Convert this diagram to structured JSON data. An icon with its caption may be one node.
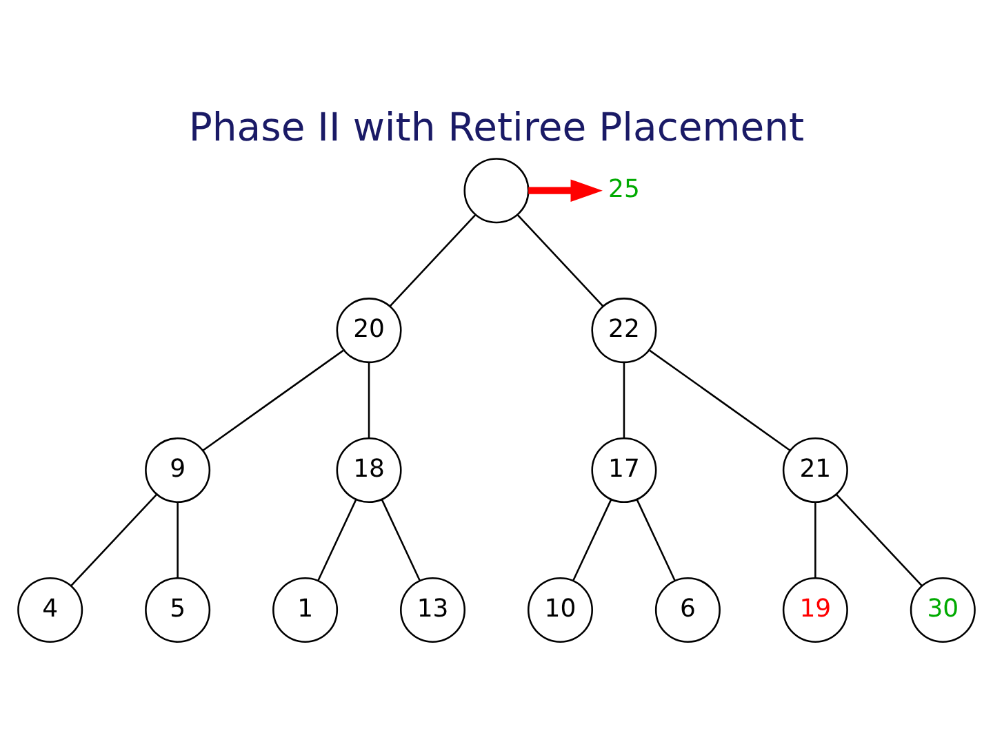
{
  "diagram": {
    "title": "Phase II with Retiree Placement",
    "nodes": [
      {
        "text": [],
        "shape": "circle"
      },
      {
        "text": [
          "25"
        ]
      },
      {
        "text": [
          "20"
        ]
      },
      {
        "text": [
          "22"
        ]
      },
      {
        "text": [
          "9"
        ]
      },
      {
        "text": [
          "18"
        ]
      },
      {
        "text": [
          "17"
        ]
      },
      {
        "text": [
          "21"
        ]
      },
      {
        "text": [
          "4"
        ]
      },
      {
        "text": [
          "5"
        ]
      },
      {
        "text": [
          "1"
        ]
      },
      {
        "text": [
          "13"
        ]
      },
      {
        "text": [
          "10"
        ]
      },
      {
        "text": [
          "6"
        ]
      },
      {
        "text": [
          "19"
        ]
      },
      {
        "text": [
          "30"
        ]
      }
    ],
    "edges": [
      {
        "from": 0,
        "to": 1,
        "arrow": "to",
        "style": "thick",
        "color": "#ff0000"
      },
      {
        "from": 0,
        "to": 2,
        "arrow": "none"
      },
      {
        "from": 0,
        "to": 3,
        "arrow": "none"
      },
      {
        "from": 2,
        "to": 4,
        "arrow": "none"
      },
      {
        "from": 2,
        "to": 5,
        "arrow": "none"
      },
      {
        "from": 3,
        "to": 6,
        "arrow": "none"
      },
      {
        "from": 3,
        "to": 7,
        "arrow": "none"
      },
      {
        "from": 4,
        "to": 8,
        "arrow": "none"
      },
      {
        "from": 4,
        "to": 9,
        "arrow": "none"
      },
      {
        "from": 5,
        "to": 10,
        "arrow": "none"
      },
      {
        "from": 5,
        "to": 11,
        "arrow": "none"
      },
      {
        "from": 6,
        "to": 12,
        "arrow": "none"
      },
      {
        "from": 6,
        "to": 13,
        "arrow": "none"
      },
      {
        "from": 7,
        "to": 14,
        "arrow": "none"
      },
      {
        "from": 7,
        "to": 15,
        "arrow": "none"
      }
    ]
  }
}
